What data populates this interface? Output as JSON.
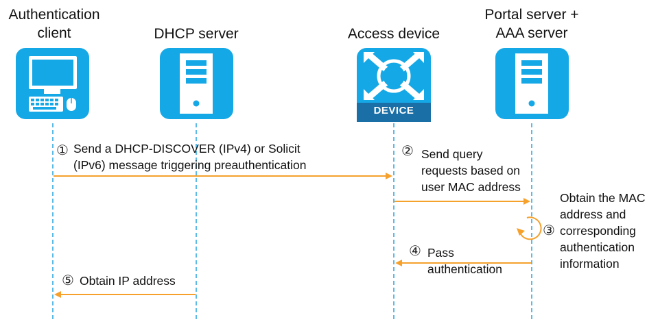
{
  "participants": [
    {
      "lines": [
        "Authentication",
        "client"
      ],
      "icon": "computer-icon"
    },
    {
      "lines": [
        "DHCP server"
      ],
      "icon": "server-icon"
    },
    {
      "lines": [
        "Access device"
      ],
      "icon": "device-icon",
      "badge": "DEVICE"
    },
    {
      "lines": [
        "Portal server +",
        "AAA server"
      ],
      "icon": "server-icon"
    }
  ],
  "steps": [
    {
      "number": "①",
      "lines": [
        "Send a DHCP-DISCOVER (IPv4) or Solicit",
        "(IPv6) message triggering preauthentication"
      ]
    },
    {
      "number": "②",
      "lines": [
        "Send query",
        "requests based on",
        "user MAC address"
      ]
    },
    {
      "number": "③",
      "lines": [
        "Obtain the MAC",
        "address and",
        "corresponding",
        "authentication",
        "information"
      ]
    },
    {
      "number": "④",
      "lines": [
        "Pass",
        "authentication"
      ]
    },
    {
      "number": "⑤",
      "lines": [
        "Obtain IP address"
      ]
    }
  ],
  "colors": {
    "icon_blue": "#15a8e6",
    "arrow": "#f5a12c",
    "lifeline": "#34a9e0"
  }
}
